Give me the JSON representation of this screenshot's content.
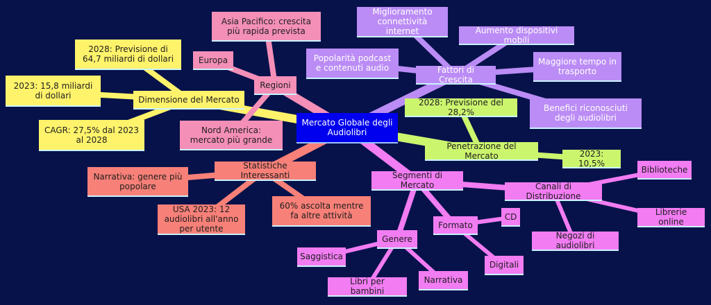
{
  "root": {
    "label": "Mercato Globale degli Audiolibri"
  },
  "colors": {
    "background": "#07124a",
    "root": "#0000ee",
    "dimensione": "#fff36b",
    "regioni": "#f48fb8",
    "fattori": "#bb8cf5",
    "penetrazione": "#ccf56e",
    "statistiche": "#f78078",
    "segmenti": "#f27cf2"
  },
  "dimensione": {
    "label": "Dimensione del Mercato",
    "prev2028": "2028: Previsione di 64,7 miliardi di dollari",
    "val2023": "2023: 15,8 miliardi di dollari",
    "cagr": "CAGR: 27,5% dal 2023 al 2028"
  },
  "regioni": {
    "label": "Regioni",
    "asia": "Asia Pacifico: crescita più rapida prevista",
    "europa": "Europa",
    "nord_america": "Nord America: mercato più grande"
  },
  "fattori": {
    "label": "Fattori di Crescita",
    "connettivita": "Miglioramento connettività internet",
    "dispositivi": "Aumento dispositivi mobili",
    "podcast": "Popolarità podcast e contenuti audio",
    "trasporto": "Maggiore tempo in trasporto",
    "benefici": "Benefici riconosciuti degli audiolibri"
  },
  "penetrazione": {
    "label": "Penetrazione del Mercato",
    "prev2028": "2028: Previsione del 28,2%",
    "val2023": "2023: 10,5%"
  },
  "statistiche": {
    "label": "Statistiche Interessanti",
    "narrativa": "Narrativa: genere più popolare",
    "usa": "USA 2023: 12 audiolibri all'anno per utente",
    "ascolta": "60% ascolta mentre fa altre attività"
  },
  "segmenti": {
    "label": "Segmenti di Mercato",
    "canali": {
      "label": "Canali di Distribuzione",
      "biblioteche": "Biblioteche",
      "librerie": "Librerie online",
      "negozi": "Negozi di audiolibri"
    },
    "formato": {
      "label": "Formato",
      "cd": "CD",
      "digitali": "Digitali"
    },
    "genere": {
      "label": "Genere",
      "saggistica": "Saggistica",
      "bambini": "Libri per bambini",
      "narrativa": "Narrativa"
    }
  }
}
